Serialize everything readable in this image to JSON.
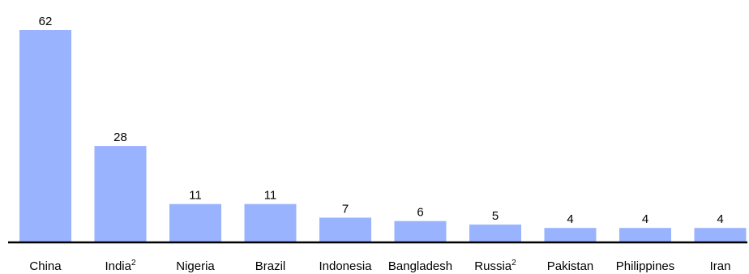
{
  "chart_data": {
    "type": "bar",
    "categories": [
      "China",
      "India",
      "Nigeria",
      "Brazil",
      "Indonesia",
      "Bangladesh",
      "Russia",
      "Pakistan",
      "Philippines",
      "Iran"
    ],
    "category_superscripts": [
      "",
      "2",
      "",
      "",
      "",
      "",
      "2",
      "",
      "",
      ""
    ],
    "values": [
      62,
      28,
      11,
      11,
      7,
      6,
      5,
      4,
      4,
      4
    ],
    "value_labels": [
      "62",
      "28",
      "11",
      "11",
      "7",
      "6",
      "5",
      "4",
      "4",
      "4"
    ],
    "title": "",
    "xlabel": "",
    "ylabel": "",
    "ylim": [
      0,
      62
    ],
    "grid": false,
    "legend": "none",
    "colors": {
      "bar": "#99b3ff",
      "axis": "#000000",
      "text": "#000000"
    }
  }
}
